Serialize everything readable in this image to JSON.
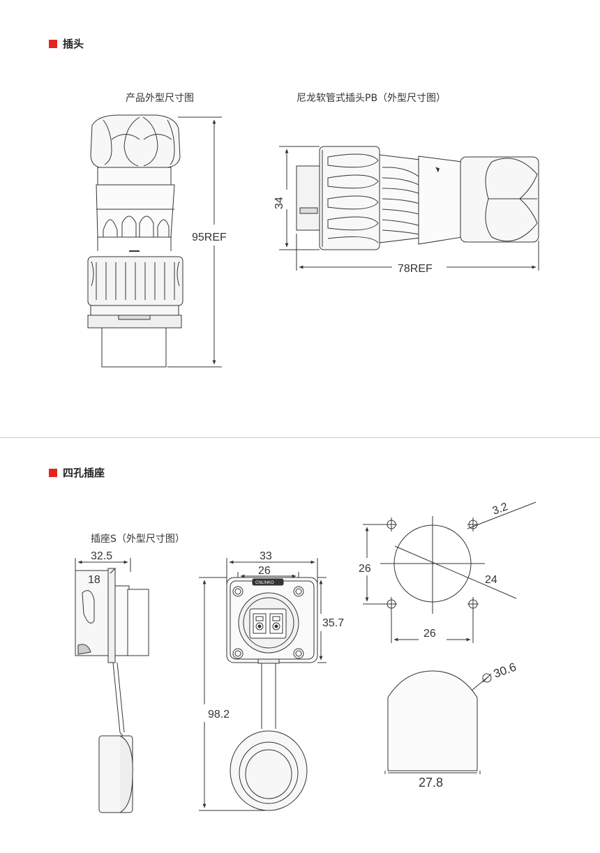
{
  "accent": "#e2261f",
  "plug": {
    "title": "插头",
    "caption_left": "产品外型尺寸图",
    "caption_right": "尼龙软管式插头PB（外型尺寸图）",
    "dim_height": "95REF",
    "dim_side": "34",
    "dim_length": "78REF"
  },
  "socket": {
    "title": "四孔插座",
    "caption": "插座S（外型尺寸图）",
    "dim_side_width": "32.5",
    "dim_side_inner": "18",
    "dim_front_width": "33",
    "dim_front_hole": "26",
    "dim_front_height": "35.7",
    "dim_total_height": "98.2",
    "dim_panel_hole": "3.2",
    "dim_panel_v": "26",
    "dim_panel_h": "26",
    "dim_panel_dia": "24",
    "dim_cut_dia": "30.6",
    "dim_cut_flat": "27.8",
    "brand_mark": "CNLINKO"
  }
}
